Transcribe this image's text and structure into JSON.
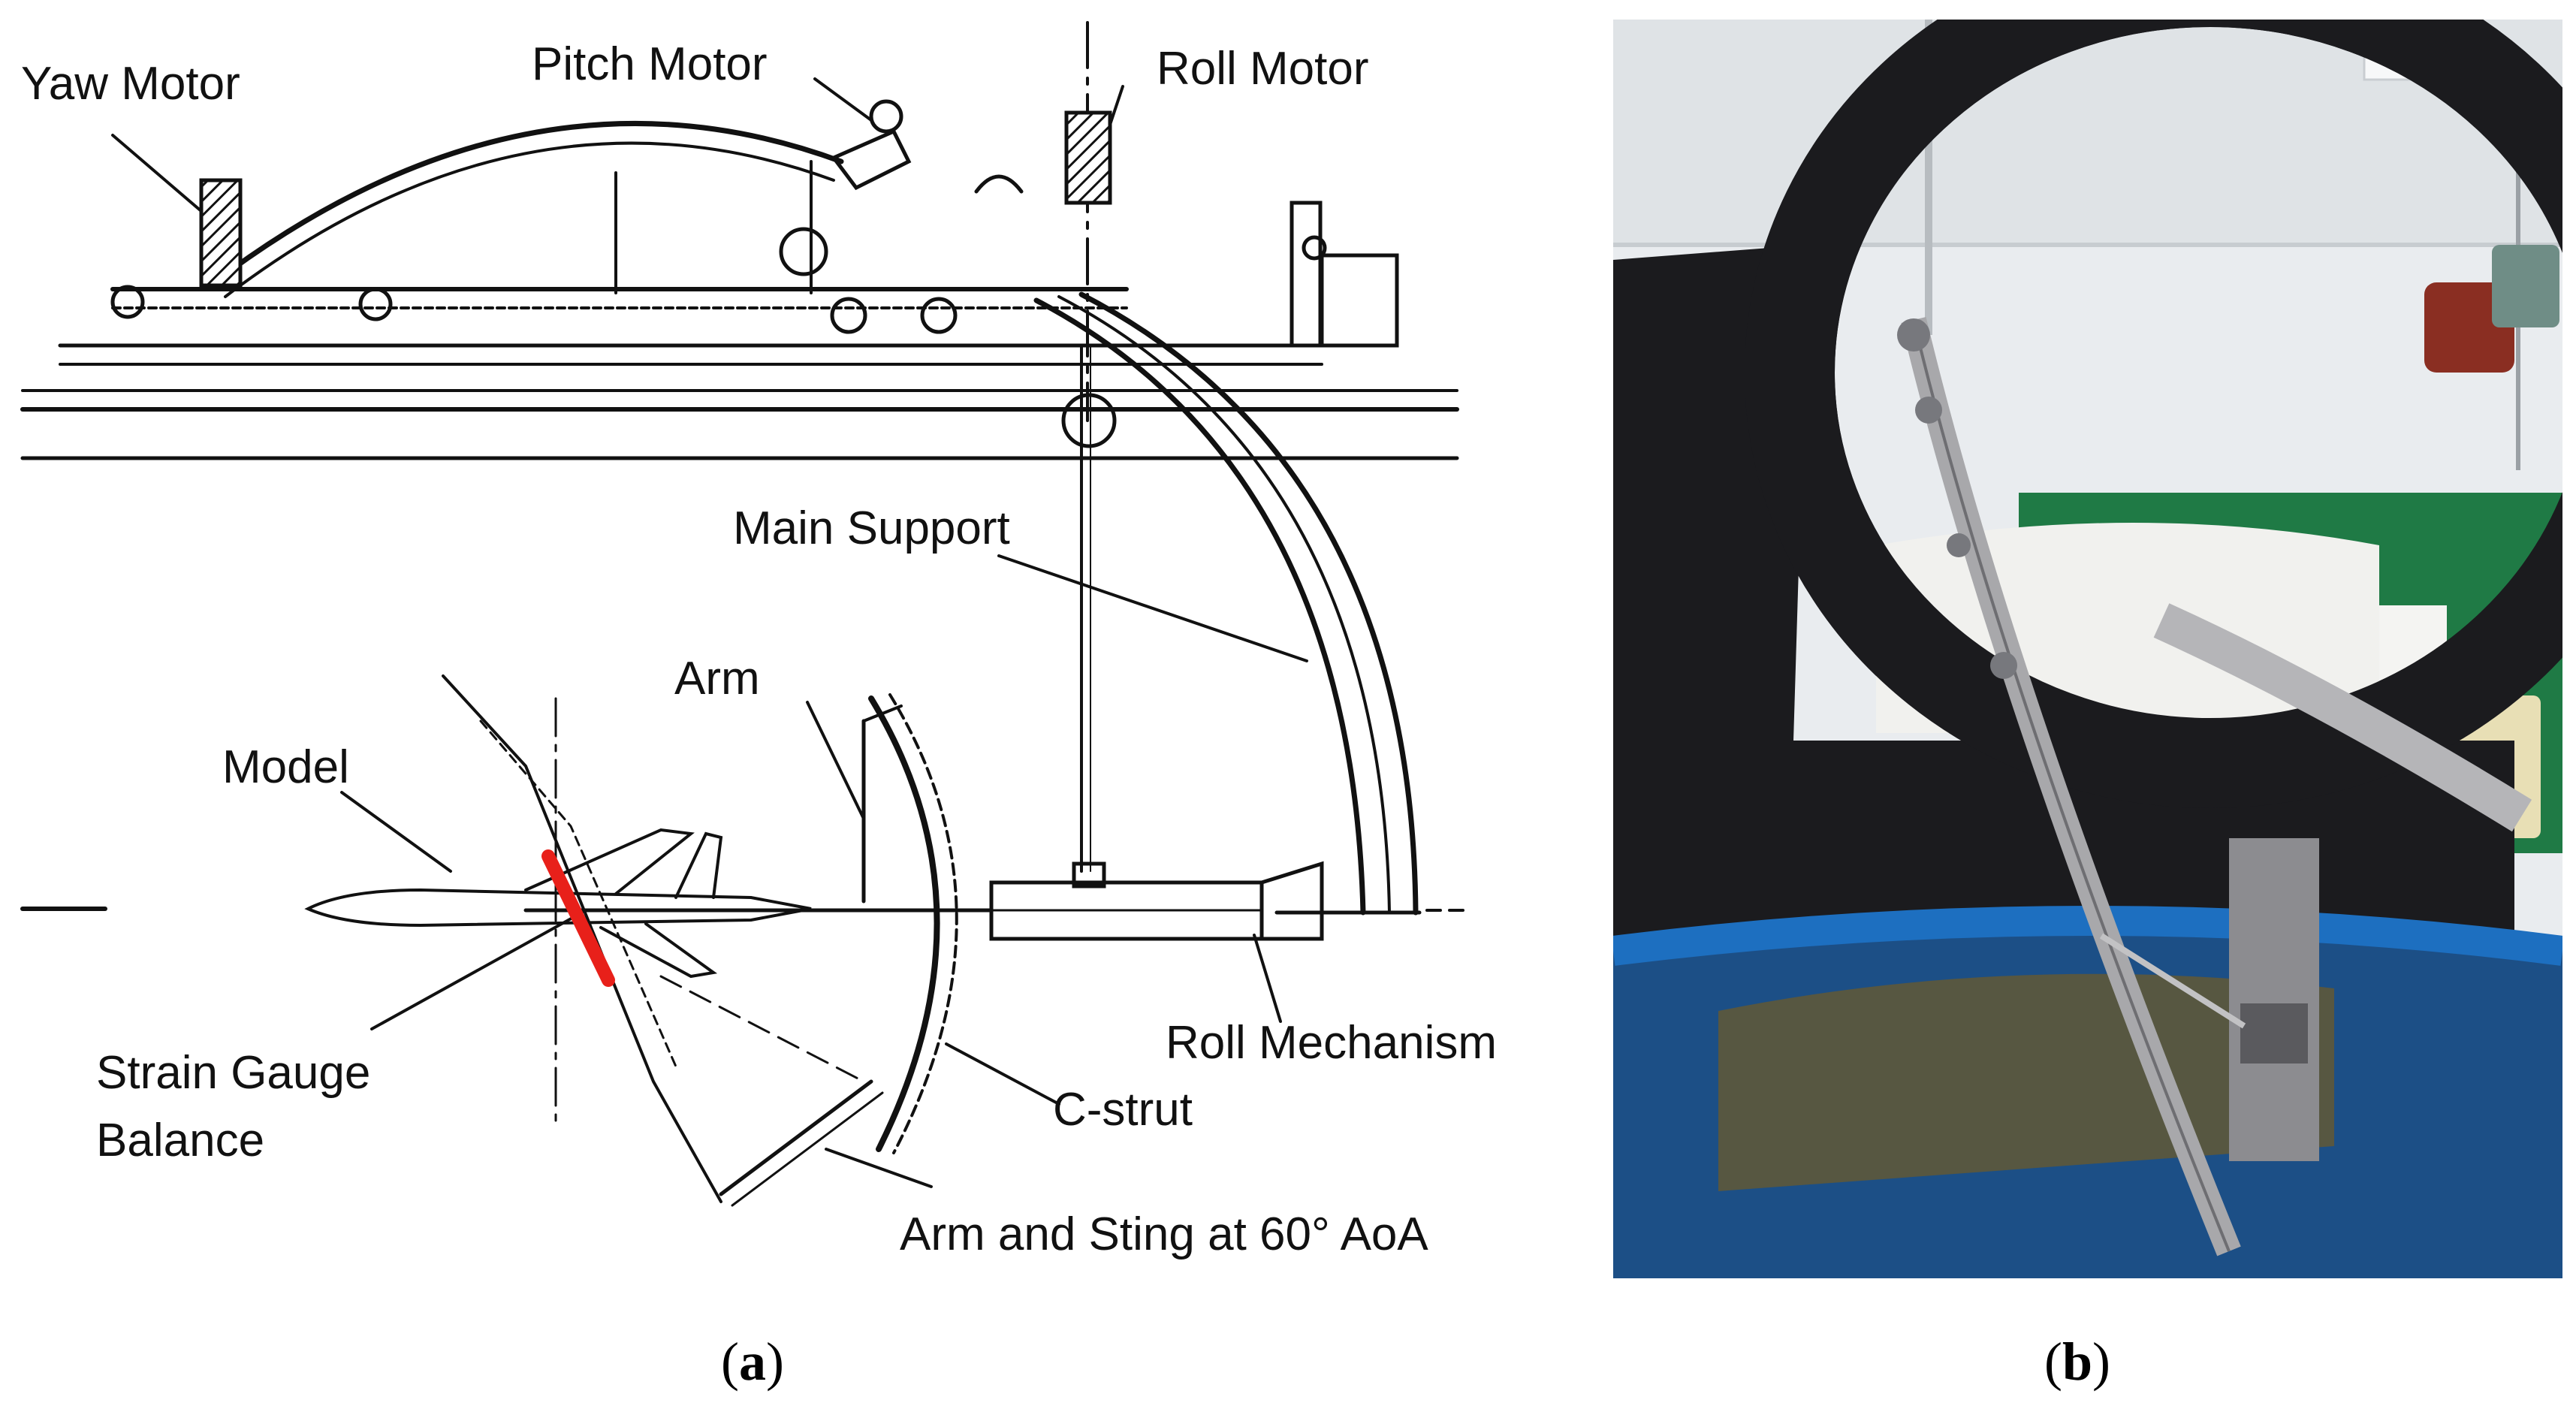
{
  "panel_a": {
    "labels": {
      "yaw_motor": "Yaw Motor",
      "pitch_motor": "Pitch Motor",
      "roll_motor": "Roll Motor",
      "main_support": "Main Support",
      "arm": "Arm",
      "model": "Model",
      "strain_gauge_line1": "Strain Gauge",
      "strain_gauge_line2": "Balance",
      "roll_mechanism": "Roll Mechanism",
      "c_strut": "C-strut",
      "arm_and_sting": "Arm and Sting at 60° AoA"
    },
    "caption_letter": "a",
    "colors": {
      "line": "#111111",
      "balance": "#e8201a"
    }
  },
  "panel_b": {
    "caption_letter": "b",
    "colors": {
      "ring": "#1b1b1e",
      "wall": "#e9ecef",
      "green_wall": "#1f7a45",
      "water": "#1c4f86",
      "tank_rim": "#1d6fc0",
      "metal": "#a8a8ab"
    }
  }
}
